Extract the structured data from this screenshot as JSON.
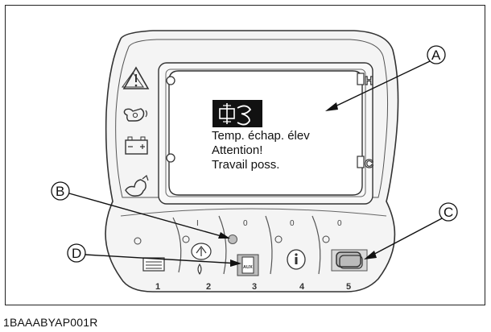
{
  "lcd": {
    "line1": "Temp. échap. élev",
    "line2": "Attention!",
    "line3": "Travail poss."
  },
  "side_marks": {
    "top": "H",
    "bottom": "C"
  },
  "buttons": [
    {
      "number": "1",
      "icon": "menu-icon"
    },
    {
      "number": "2",
      "icon": "regeneration-icon"
    },
    {
      "number": "3",
      "icon": "regeneration-inhibit-icon",
      "icon_text": "AUX"
    },
    {
      "number": "4",
      "icon": "info-icon"
    },
    {
      "number": "5",
      "icon": "screen-switch-icon"
    }
  ],
  "callouts": [
    {
      "letter": "A"
    },
    {
      "letter": "B"
    },
    {
      "letter": "C"
    },
    {
      "letter": "D"
    }
  ],
  "figure_code": "1BAAABYAP001R",
  "warning_icons": [
    "warning-triangle-icon",
    "oil-pressure-icon",
    "battery-charge-icon",
    "engine-speed-icon"
  ]
}
